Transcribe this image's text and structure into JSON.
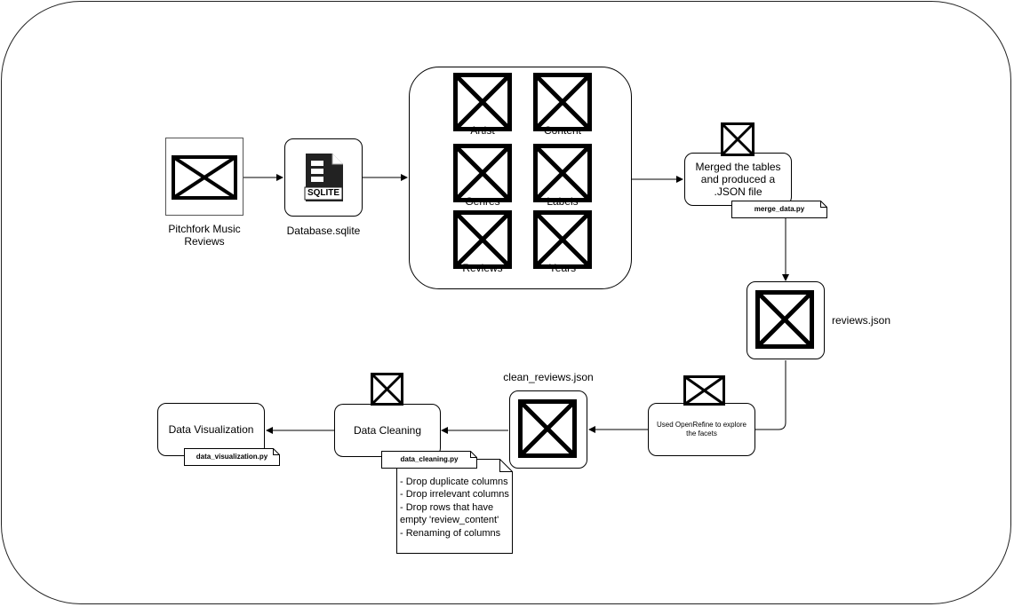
{
  "source": {
    "label": "Pitchfork Music Reviews"
  },
  "database": {
    "label": "Database.sqlite",
    "icon_text": "SQLITE"
  },
  "tables": [
    {
      "label": "Artist"
    },
    {
      "label": "Content"
    },
    {
      "label": "Genres"
    },
    {
      "label": "Labels"
    },
    {
      "label": "Reviews"
    },
    {
      "label": "Years"
    }
  ],
  "merge": {
    "label": "Merged the tables and produced a .JSON file",
    "script": "merge_data.py"
  },
  "reviews_json": {
    "label": "reviews.json"
  },
  "openrefine": {
    "label": "Used OpenRefine to explore the facets"
  },
  "clean_json": {
    "label": "clean_reviews.json"
  },
  "cleaning": {
    "label": "Data Cleaning",
    "script": "data_cleaning.py",
    "notes": [
      "- Drop duplicate columns",
      "- Drop irrelevant columns",
      "- Drop rows that have empty 'review_content'",
      "- Renaming of columns"
    ]
  },
  "visualization": {
    "label": "Data Visualization",
    "script": "data_visualization.py"
  },
  "colors": {
    "stroke": "#000000",
    "background": "#ffffff"
  }
}
